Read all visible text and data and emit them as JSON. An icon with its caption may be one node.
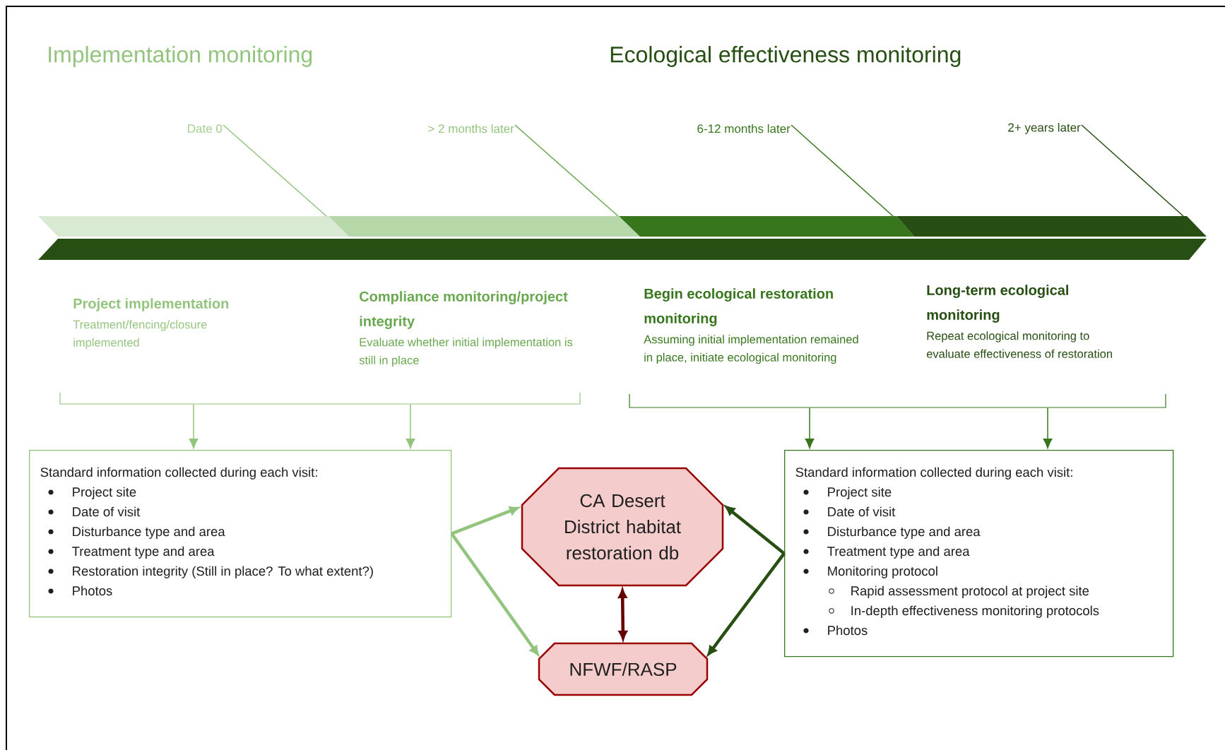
{
  "diagram": {
    "nodes": [
      {
        "text": [
          "Date 0"
        ]
      },
      {
        "text": [
          "> 2 months later"
        ]
      },
      {
        "text": [
          "6-12 months later"
        ]
      },
      {
        "text": [
          "2+ years later"
        ]
      },
      {
        "text": [
          "Project implementation",
          "Treatment/fencing/closure implemented"
        ]
      },
      {
        "text": [
          "Compliance monitoring/project integrity",
          "Evaluate whether initial implementation is still in place"
        ]
      },
      {
        "text": [
          "Begin ecological restoration monitoring",
          "Assuming initial implementation remained in place, initiate ecological monitoring"
        ]
      },
      {
        "text": [
          "Long-term ecological monitoring",
          "Repeat ecological monitoring to evaluate effectiveness of restoration"
        ]
      },
      {
        "text": [
          "Standard information collected during each visit:",
          "Project site",
          "Date of visit",
          "Disturbance type and area",
          "Treatment type and area",
          "Restoration integrity (Still in place? To what extent?)",
          "Photos"
        ]
      },
      {
        "text": [
          "CA Desert District habitat restoration db"
        ]
      },
      {
        "text": [
          "NFWF/RASP"
        ]
      },
      {
        "text": [
          "Standard information collected during each visit:",
          "Project site",
          "Date of visit",
          "Disturbance type and area",
          "Treatment type and area",
          "Monitoring protocol",
          "Rapid assessment protocol at project site",
          "In-depth effectiveness monitoring protocols",
          "Photos"
        ]
      }
    ],
    "edges": [
      {
        "from": 0,
        "to": null,
        "arrow": "none",
        "color": "#93c47d"
      },
      {
        "from": 1,
        "to": null,
        "arrow": "none",
        "color": "#6aa84f"
      },
      {
        "from": 2,
        "to": null,
        "arrow": "none",
        "color": "#38761d"
      },
      {
        "from": 3,
        "to": null,
        "arrow": "none",
        "color": "#274e13"
      },
      {
        "from": 4,
        "to": 8,
        "arrow": "to",
        "color": "#93c47d"
      },
      {
        "from": 5,
        "to": 8,
        "arrow": "to",
        "color": "#93c47d"
      },
      {
        "from": 6,
        "to": 11,
        "arrow": "to",
        "color": "#38761d"
      },
      {
        "from": 7,
        "to": 11,
        "arrow": "to",
        "color": "#38761d"
      },
      {
        "from": 8,
        "to": 9,
        "arrow": "to",
        "style": "thick",
        "color": "#93c47d"
      },
      {
        "from": 8,
        "to": 10,
        "arrow": "to",
        "style": "thick",
        "color": "#93c47d"
      },
      {
        "from": 11,
        "to": 9,
        "arrow": "to",
        "style": "thick",
        "color": "#274e13"
      },
      {
        "from": 11,
        "to": 10,
        "arrow": "to",
        "style": "thick",
        "color": "#274e13"
      },
      {
        "from": 9,
        "to": 10,
        "arrow": "both",
        "style": "thick",
        "color": "#660000"
      }
    ],
    "labels": [
      "Implementation monitoring",
      "Ecological effectiveness monitoring"
    ]
  }
}
